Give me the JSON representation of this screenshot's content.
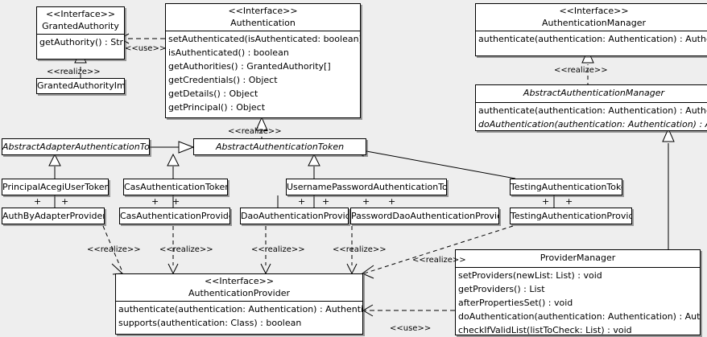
{
  "diagram": {
    "kind": "uml-class-diagram",
    "background": "#eeeeee",
    "line_color": "#000000",
    "box_fill": "#ffffff"
  },
  "stereotypes": {
    "interface": "<<Interface>>",
    "realize": "<<realize>>",
    "use": "<<use>>"
  },
  "classes": {
    "granted_authority": {
      "stereotype": "<<Interface>>",
      "name": "GrantedAuthority",
      "methods": [
        "getAuthority() : String"
      ]
    },
    "granted_authority_impl": {
      "name": "GrantedAuthorityImpl",
      "methods": []
    },
    "authentication": {
      "stereotype": "<<Interface>>",
      "name": "Authentication",
      "methods": [
        "setAuthenticated(isAuthenticated: boolean) : void",
        "isAuthenticated() : boolean",
        "getAuthorities() : GrantedAuthority[]",
        "getCredentials() : Object",
        "getDetails() : Object",
        "getPrincipal() : Object"
      ]
    },
    "authentication_manager": {
      "stereotype": "<<Interface>>",
      "name": "AuthenticationManager",
      "methods": [
        "authenticate(authentication: Authentication) : Authentication"
      ]
    },
    "abstract_authentication_manager": {
      "name": "AbstractAuthenticationManager",
      "abstract": true,
      "methods": [
        "authenticate(authentication: Authentication) : Authentication",
        "doAuthentication(authentication: Authentication) : Authentication"
      ]
    },
    "abstract_adapter_authentication_token": {
      "name": "AbstractAdapterAuthenticationToken",
      "abstract": true,
      "methods": []
    },
    "abstract_authentication_token": {
      "name": "AbstractAuthenticationToken",
      "abstract": true,
      "methods": []
    },
    "principal_acegi_user_token": {
      "name": "PrincipalAcegiUserToken",
      "methods": []
    },
    "cas_authentication_token": {
      "name": "CasAuthenticationToken",
      "methods": []
    },
    "username_password_authentication_token": {
      "name": "UsernamePasswordAuthenticationToken",
      "methods": []
    },
    "testing_authentication_token": {
      "name": "TestingAuthenticationToken",
      "methods": []
    },
    "auth_by_adapter_provider": {
      "name": "AuthByAdapterProvider",
      "methods": []
    },
    "cas_authentication_provider": {
      "name": "CasAuthenticationProvider",
      "methods": []
    },
    "dao_authentication_provider": {
      "name": "DaoAuthenticationProvider",
      "methods": []
    },
    "password_dao_authentication_provider": {
      "name": "PasswordDaoAuthenticationProvider",
      "methods": []
    },
    "testing_authentication_provider": {
      "name": "TestingAuthenticationProvider",
      "methods": []
    },
    "authentication_provider": {
      "stereotype": "<<Interface>>",
      "name": "AuthenticationProvider",
      "methods": [
        "authenticate(authentication: Authentication) : Authentication",
        "supports(authentication: Class) : boolean"
      ]
    },
    "provider_manager": {
      "name": "ProviderManager",
      "methods": [
        "setProviders(newList: List) : void",
        "getProviders() : List",
        "afterPropertiesSet() : void",
        "doAuthentication(authentication: Authentication) : Authentication",
        "checkIfValidList(listToCheck: List) : void"
      ]
    }
  },
  "edge_labels": {
    "use_granted_authority": "<<use>>",
    "realize_granted_authority": "<<realize>>",
    "realize_authentication": "<<realize>>",
    "realize_authentication_manager": "<<realize>>",
    "realize_auth_by_adapter": "<<realize>>",
    "realize_cas_provider": "<<realize>>",
    "realize_dao_provider": "<<realize>>",
    "realize_password_dao_provider": "<<realize>>",
    "realize_testing_provider": "<<realize>>",
    "use_provider_manager": "<<use>>"
  },
  "association_markers": {
    "principal_acegi": [
      "+",
      "+"
    ],
    "cas_token": [
      "+",
      "+"
    ],
    "username_password_token": [
      "+",
      "+",
      "+",
      "+"
    ],
    "testing_token": [
      "+",
      "+"
    ]
  }
}
